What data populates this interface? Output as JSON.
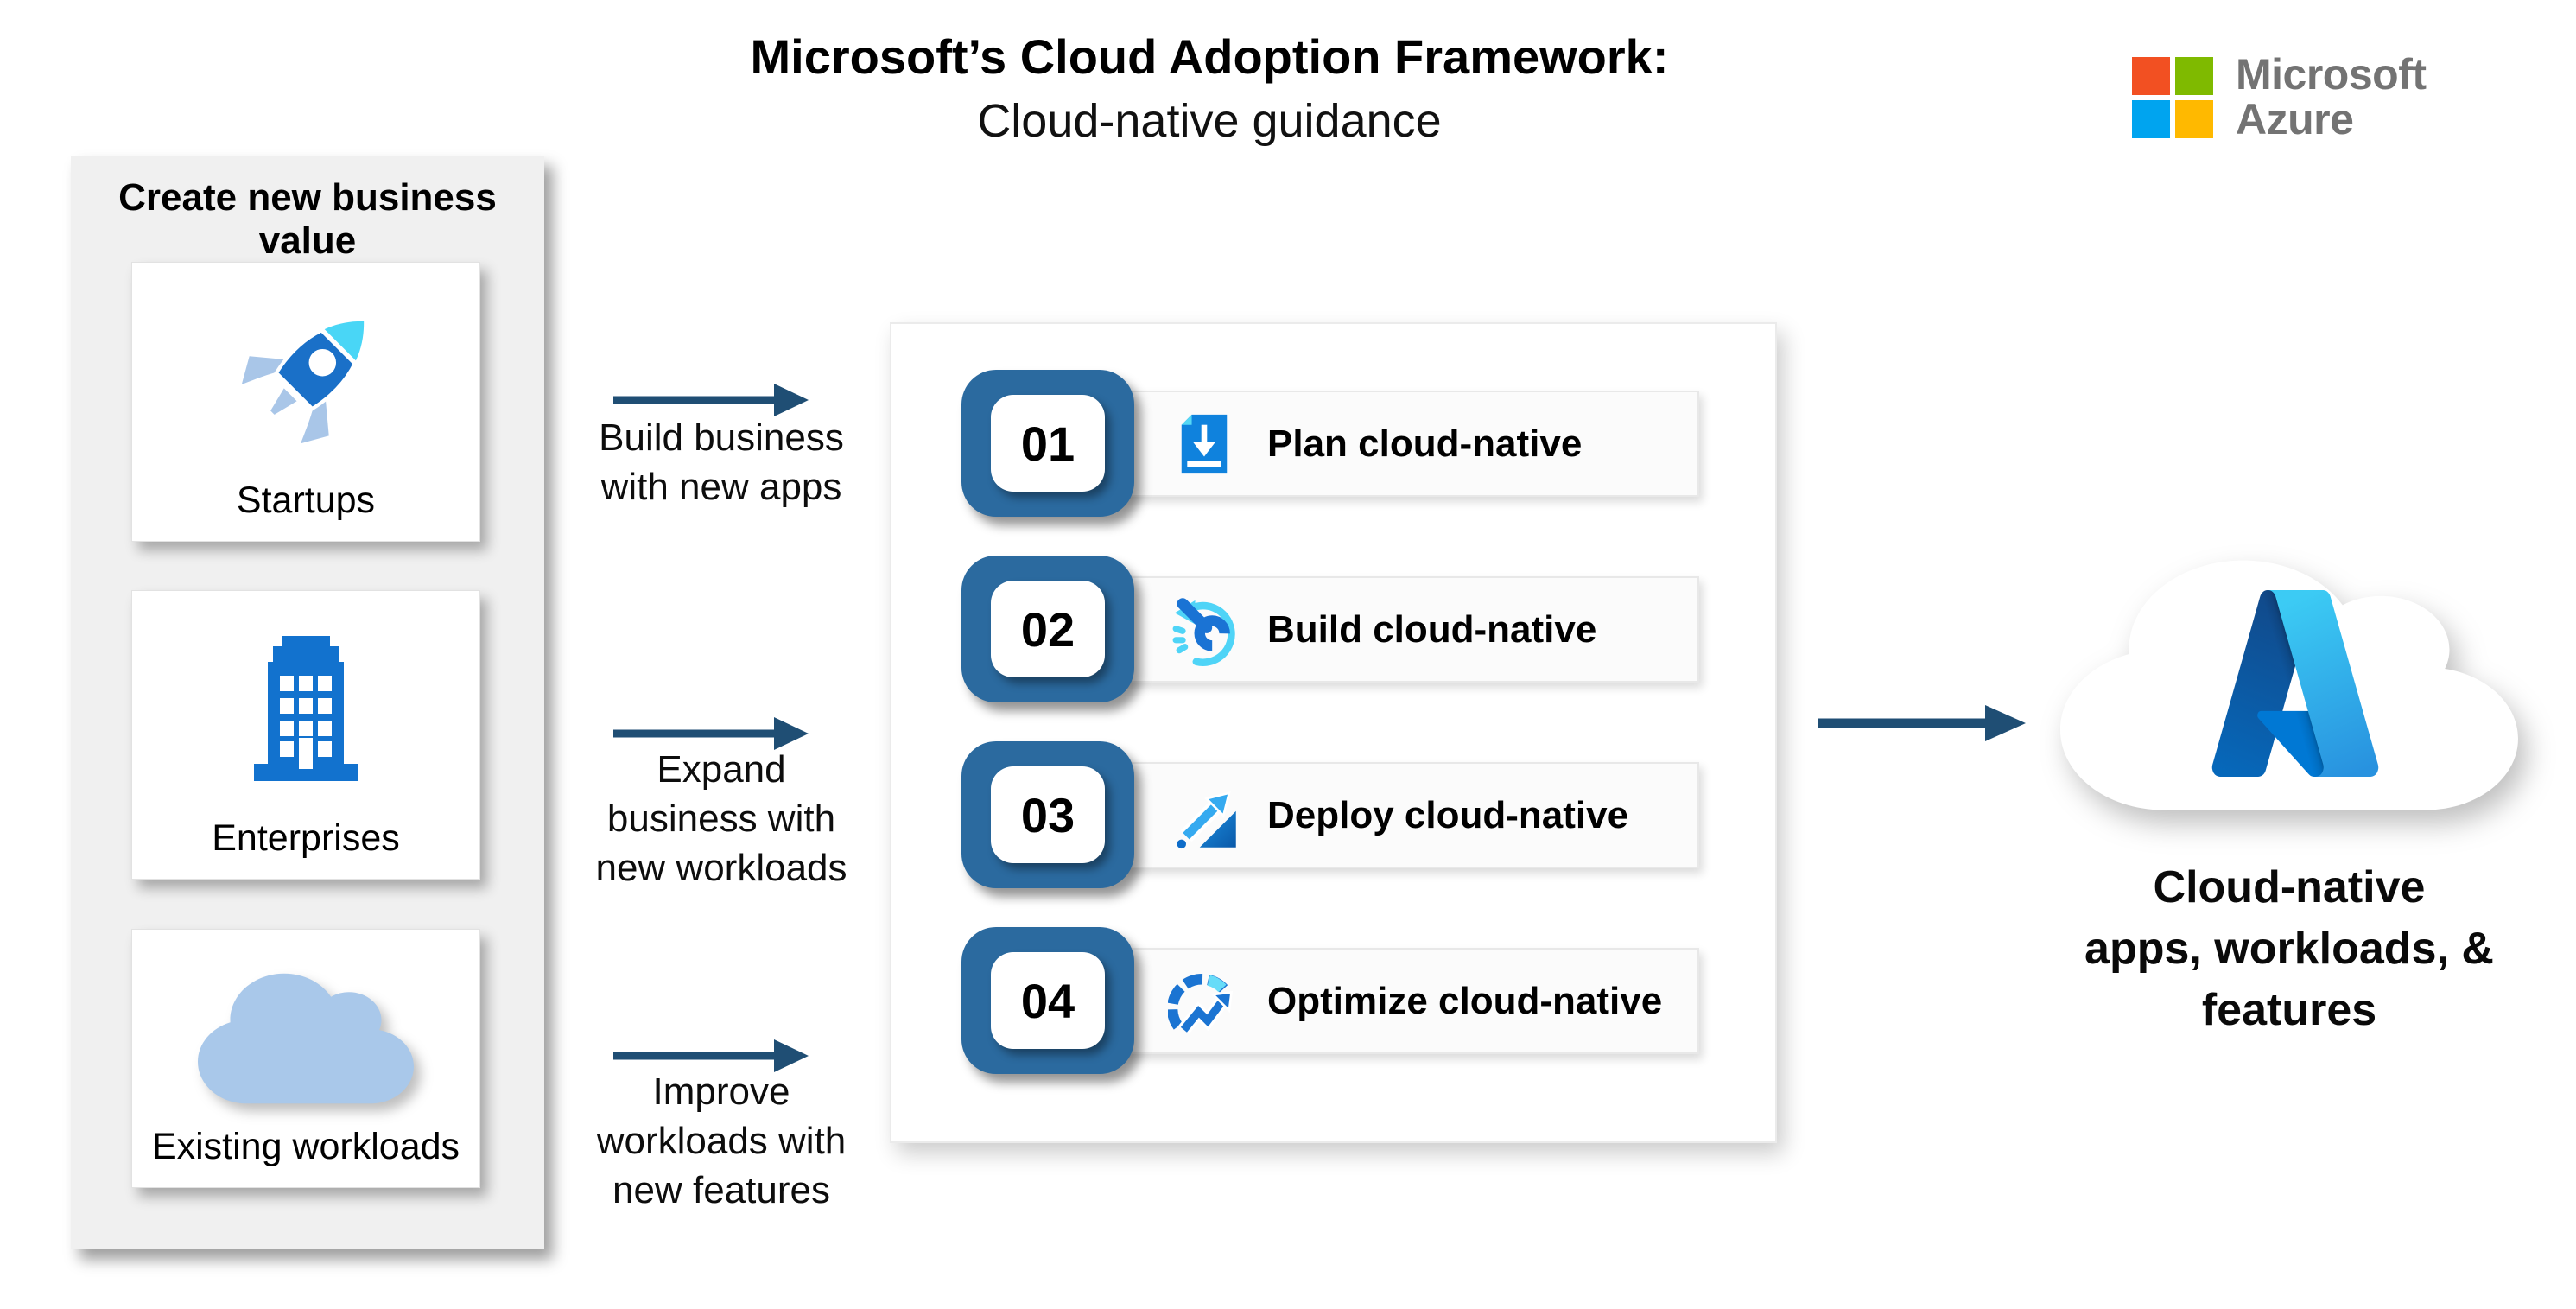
{
  "title": {
    "line1": "Microsoft’s Cloud Adoption Framework:",
    "line2": "Cloud-native guidance"
  },
  "brand": {
    "microsoft": "Microsoft",
    "azure": "Azure"
  },
  "left_panel": {
    "header": "Create new business value",
    "cards": [
      {
        "label": "Startups",
        "icon": "rocket-icon"
      },
      {
        "label": "Enterprises",
        "icon": "building-icon"
      },
      {
        "label": "Existing workloads",
        "icon": "cloud-icon"
      }
    ]
  },
  "flow_arrows": [
    {
      "lines": [
        "Build business",
        "with new apps"
      ]
    },
    {
      "lines": [
        "Expand",
        "business with",
        "new workloads"
      ]
    },
    {
      "lines": [
        "Improve",
        "workloads with",
        "new features"
      ]
    }
  ],
  "steps": [
    {
      "number": "01",
      "label": "Plan cloud-native",
      "icon": "plan-download-icon"
    },
    {
      "number": "02",
      "label": "Build cloud-native",
      "icon": "build-wrench-icon"
    },
    {
      "number": "03",
      "label": "Deploy cloud-native",
      "icon": "deploy-launch-icon"
    },
    {
      "number": "04",
      "label": "Optimize cloud-native",
      "icon": "optimize-gauge-icon"
    }
  ],
  "result": {
    "lines": [
      "Cloud-native",
      "apps, workloads, &",
      "features"
    ]
  },
  "colors": {
    "accent_navy": "#1f4e74",
    "badge_blue": "#2b6a9f",
    "panel_gray": "#f0f0f0",
    "icon_blue": "#1272ce",
    "icon_cyan": "#4fd4f7",
    "icon_lightblue": "#a9c8ea",
    "azure_gradient_start": "#114a8b",
    "azure_gradient_end": "#2892df",
    "ms_red": "#f25022",
    "ms_green": "#7fba00",
    "ms_blue": "#00a4ef",
    "ms_yellow": "#ffb900",
    "brand_text_gray": "#737373"
  }
}
